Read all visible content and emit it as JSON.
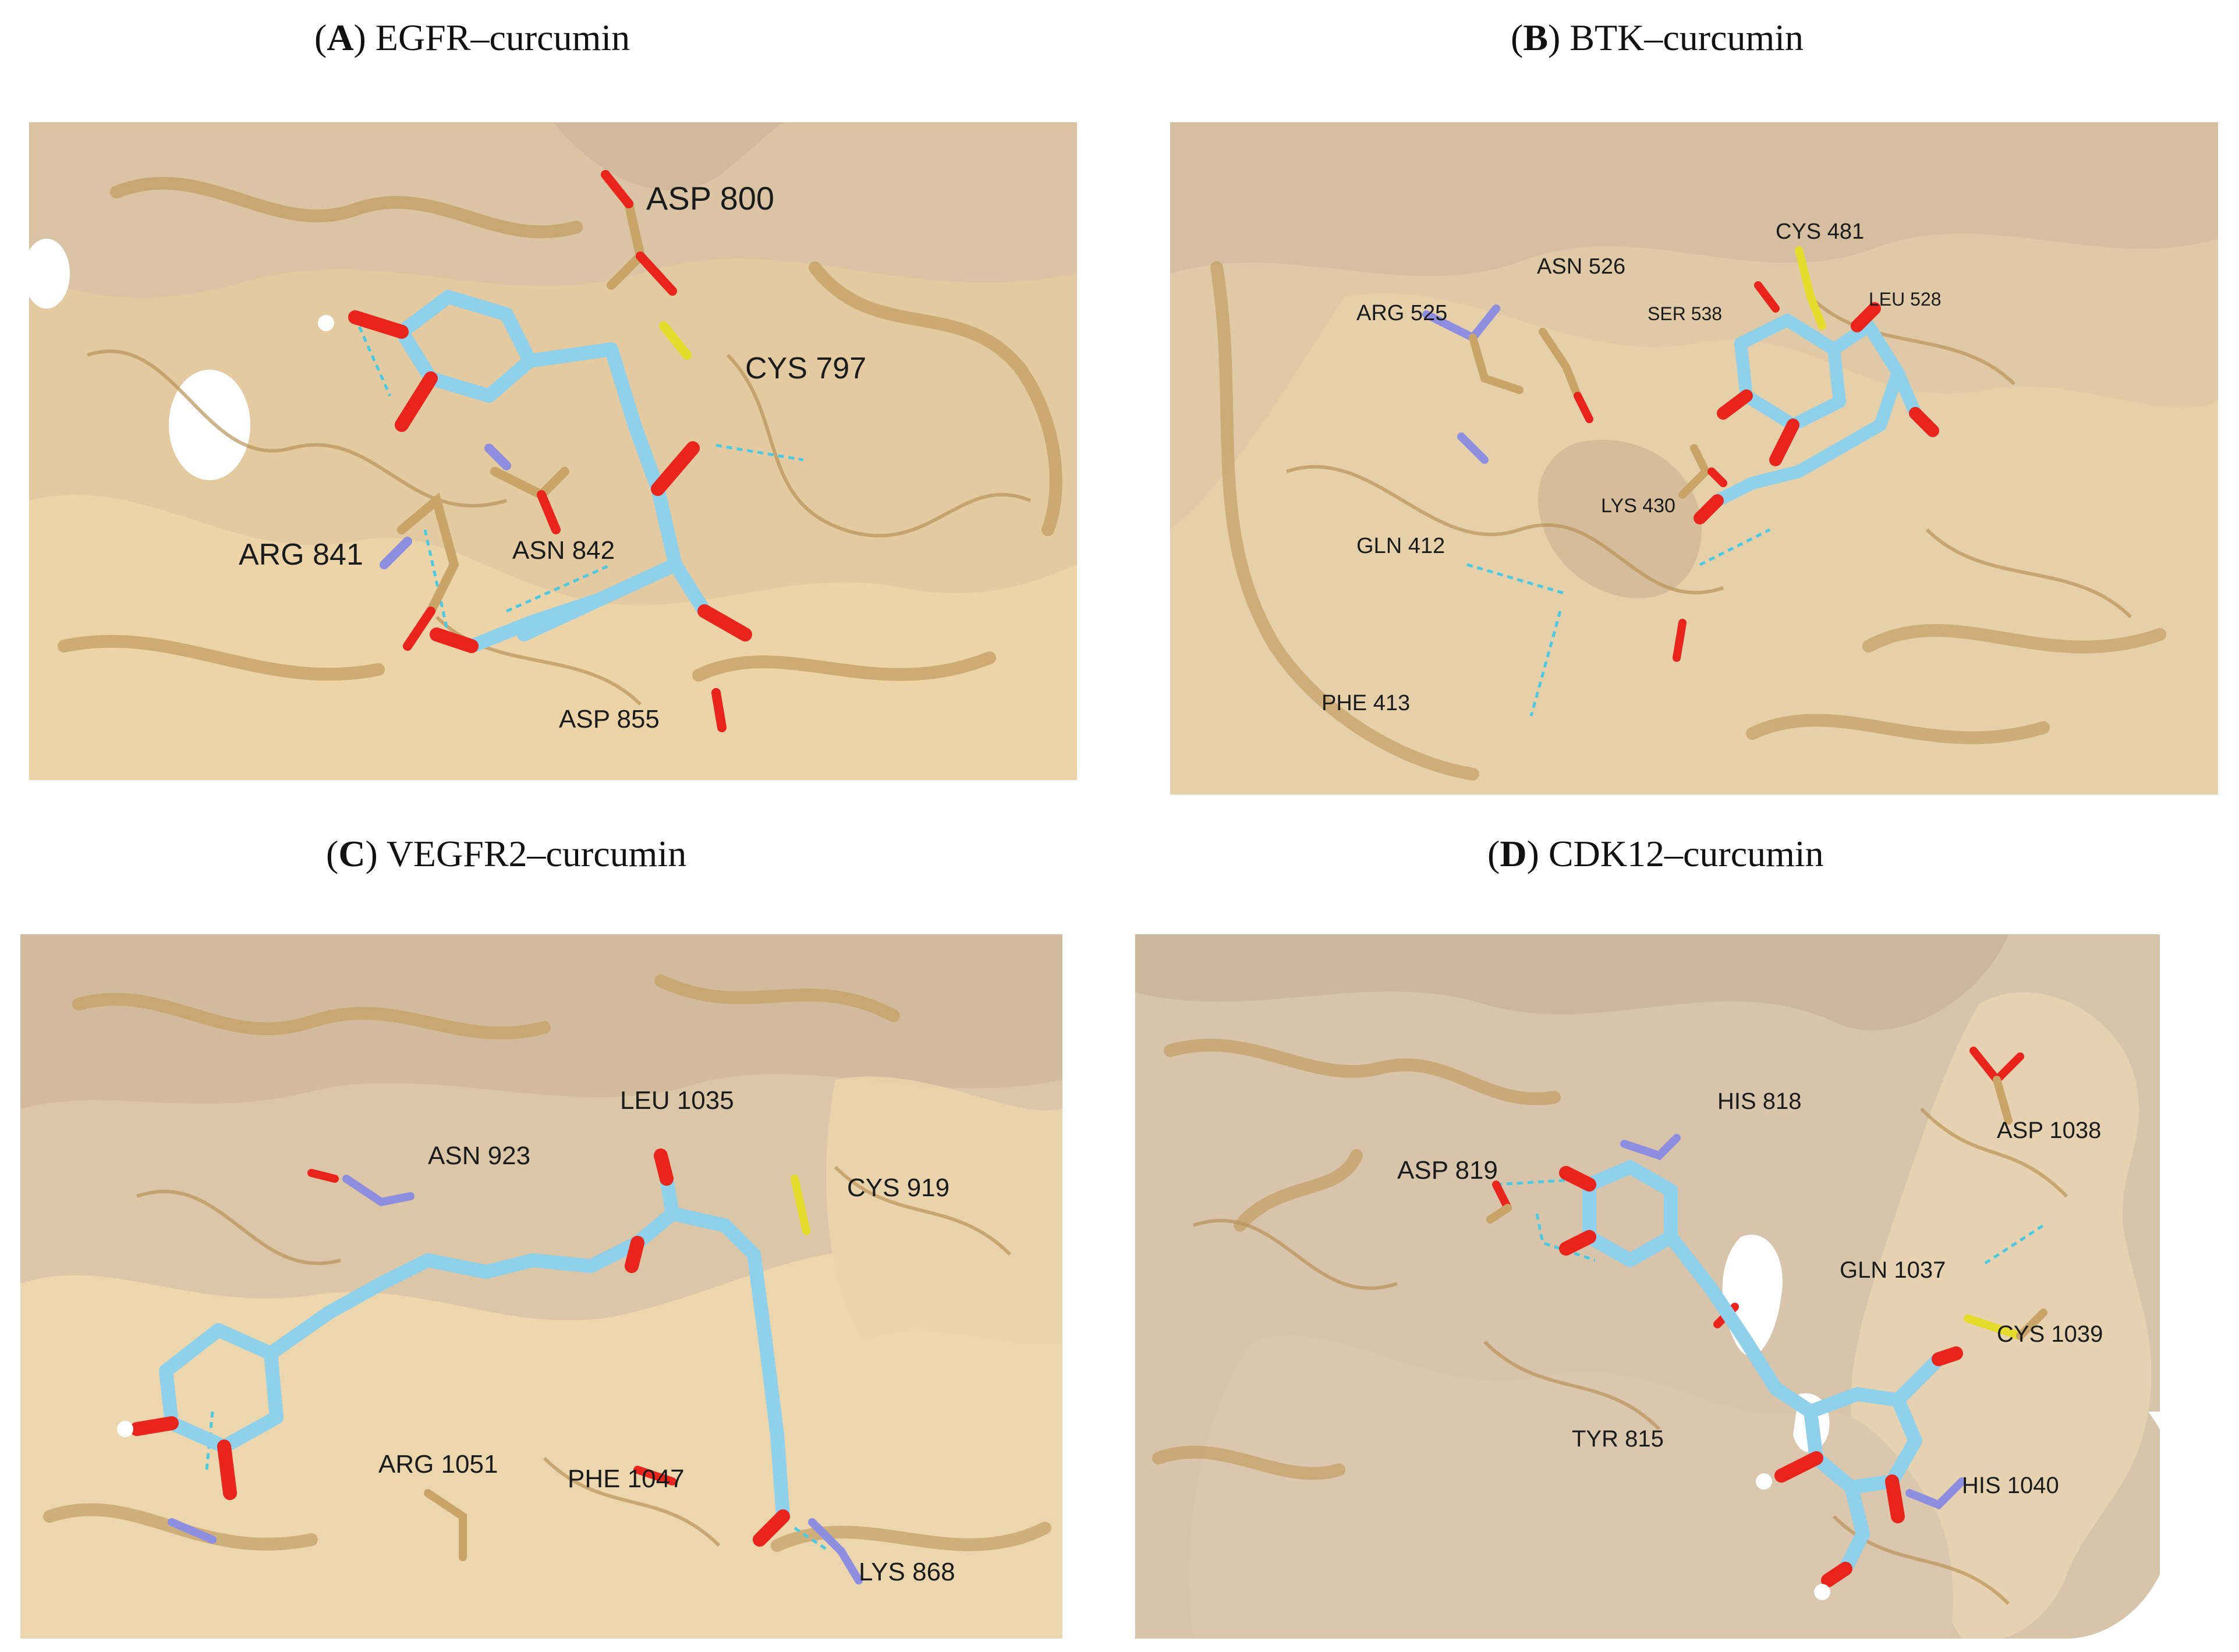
{
  "panels": [
    {
      "letter": "A",
      "title": "EGFR–curcumin",
      "residues": [
        "ASP 800",
        "CYS 797",
        "ARG 841",
        "ASN 842",
        "ASP 855"
      ]
    },
    {
      "letter": "B",
      "title": "BTK–curcumin",
      "residues": [
        "ASN 526",
        "CYS 481",
        "ARG 525",
        "SER 538",
        "LEU 528",
        "LYS 430",
        "GLN 412",
        "PHE 413"
      ]
    },
    {
      "letter": "C",
      "title": "VEGFR2–curcumin",
      "residues": [
        "LEU 1035",
        "ASN 923",
        "CYS 919",
        "ARG 1051",
        "PHE 1047",
        "LYS 868"
      ]
    },
    {
      "letter": "D",
      "title": "CDK12–curcumin",
      "residues": [
        "HIS 818",
        "ASP 819",
        "ASP 1038",
        "GLN 1037",
        "CYS 1039",
        "TYR 815",
        "HIS 1040"
      ]
    }
  ],
  "colors": {
    "surface": "#e6cfa4",
    "ribbon": "#c8a468",
    "ligand": "#8fd0ea",
    "oxygen": "#e8241c",
    "nitrogen": "#8e8ee0",
    "sulfur": "#e4dc2a",
    "hbond": "#4fc9e0"
  }
}
